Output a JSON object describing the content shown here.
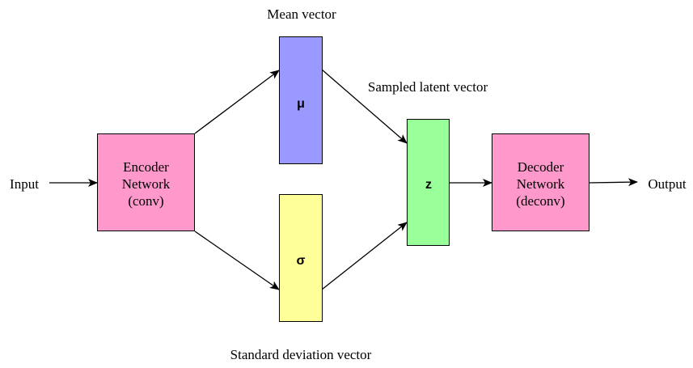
{
  "nodes": {
    "input": {
      "label": "Input"
    },
    "encoder": {
      "lines": [
        "Encoder",
        "Network",
        "(conv)"
      ]
    },
    "mu": {
      "label": "μ"
    },
    "sigma": {
      "label": "σ"
    },
    "z": {
      "label": "z"
    },
    "decoder": {
      "lines": [
        "Decoder",
        "Network",
        "(deconv)"
      ]
    },
    "output": {
      "label": "Output"
    }
  },
  "annotations": {
    "mean_vector": "Mean vector",
    "sampled_latent": "Sampled latent vector",
    "std_vector": "Standard deviation vector"
  },
  "colors": {
    "encoder_fill": "#ff99cc",
    "decoder_fill": "#ff99cc",
    "mu_fill": "#9999ff",
    "sigma_fill": "#ffff99",
    "z_fill": "#99ff99",
    "stroke": "#000000"
  }
}
